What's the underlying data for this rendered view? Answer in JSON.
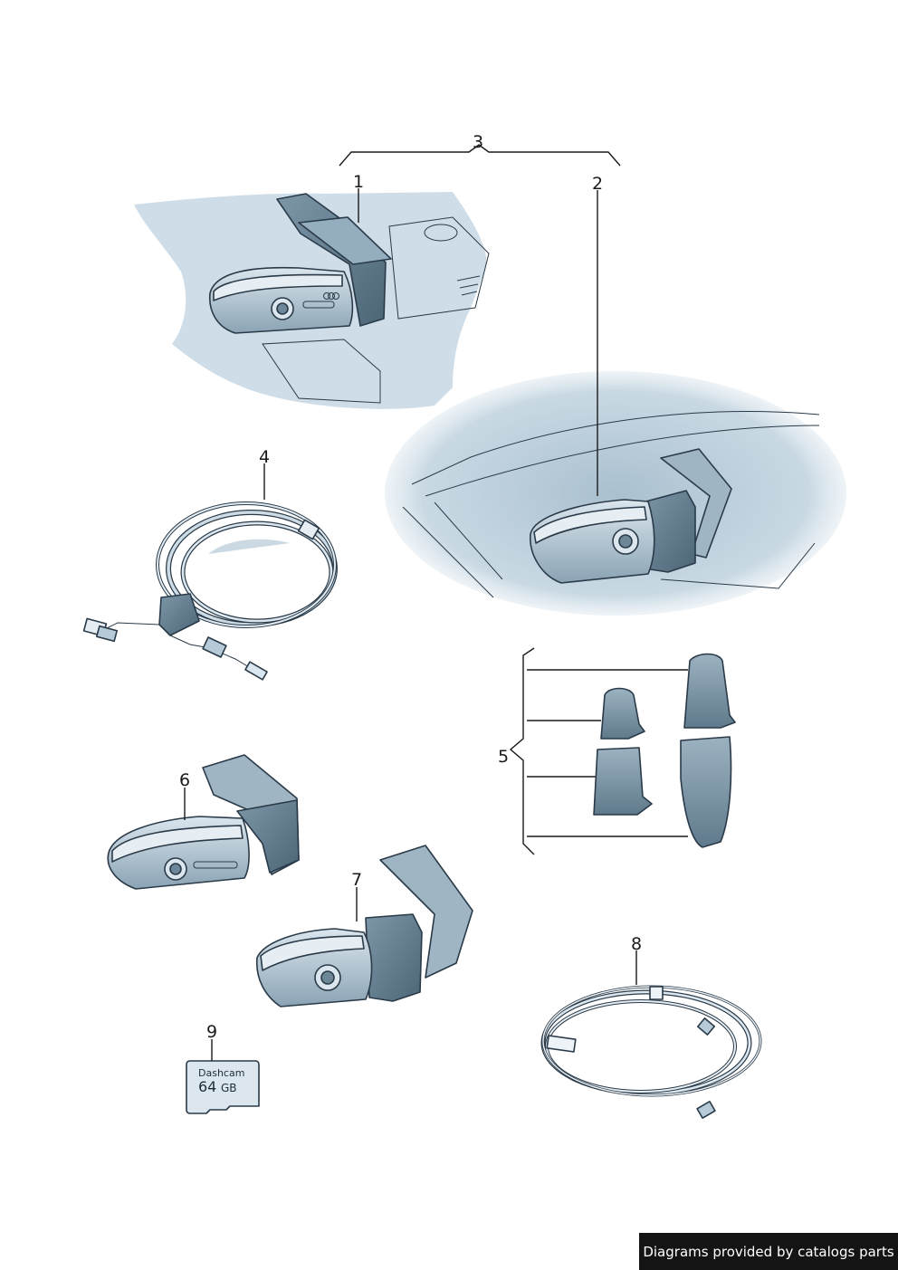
{
  "callouts": {
    "c1": "1",
    "c2": "2",
    "c3": "3",
    "c4": "4",
    "c5": "5",
    "c6": "6",
    "c7": "7",
    "c8": "8",
    "c9": "9"
  },
  "sd_card": {
    "brand": "Dashcam",
    "capacity": "64",
    "unit": "GB"
  },
  "credit": "Diagrams provided by catalogs parts",
  "colors": {
    "part_fill": "#b9ccd8",
    "part_dark": "#5f7a8c",
    "part_light": "#dbe6ee",
    "outline": "#2a3a48",
    "background_glow": "#c9d9e4"
  }
}
